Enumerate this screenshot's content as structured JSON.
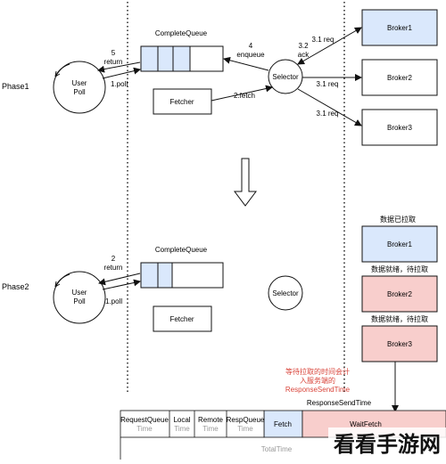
{
  "phase1": {
    "label": "Phase1",
    "user_poll": [
      "User",
      "Poll"
    ],
    "complete_queue": "CompleteQueue",
    "fetcher": "Fetcher",
    "selector": "Selector",
    "brokers": [
      "Broker1",
      "Broker2",
      "Broker3"
    ],
    "edges": {
      "return_num": "5",
      "return_word": "return",
      "poll": "1.poll",
      "fetch": "2.fetch",
      "enqueue_num": "4",
      "enqueue_word": "enqueue",
      "ack_num": "3.2",
      "ack_word": "ack",
      "req1": "3.1 req",
      "req2": "3.1 req",
      "req3": "3.1 req"
    }
  },
  "phase2": {
    "label": "Phase2",
    "user_poll": [
      "User",
      "Poll"
    ],
    "complete_queue": "CompleteQueue",
    "fetcher": "Fetcher",
    "selector": "Selector",
    "brokers": [
      "Broker1",
      "Broker2",
      "Broker3"
    ],
    "broker_notes": [
      "数据已拉取",
      "数据就绪，待拉取",
      "数据就绪，待拉取"
    ],
    "edges": {
      "return_num": "2",
      "return_word": "return",
      "poll": "1.poll"
    },
    "annotation": [
      "等待拉取的时间会计",
      "入服务端的",
      "ResponseSendTime"
    ]
  },
  "timeline": {
    "title": "ResponseSendTime",
    "segments": [
      {
        "label": "RequestQueue",
        "sub": "Time"
      },
      {
        "label": "Local",
        "sub": "Time"
      },
      {
        "label": "Remote",
        "sub": "Time"
      },
      {
        "label": "RespQueue",
        "sub": "Time"
      },
      {
        "label": "Fetch",
        "sub": ""
      },
      {
        "label": "WaitFetch",
        "sub": ""
      }
    ],
    "total": "TotalTime"
  },
  "watermark": "看看手游网",
  "colors": {
    "broker_blue": "#dae8fc",
    "broker_red": "#f8cecc",
    "queue_blue": "#dae8fc",
    "annotation_red": "#d9453b",
    "line": "#111111"
  }
}
